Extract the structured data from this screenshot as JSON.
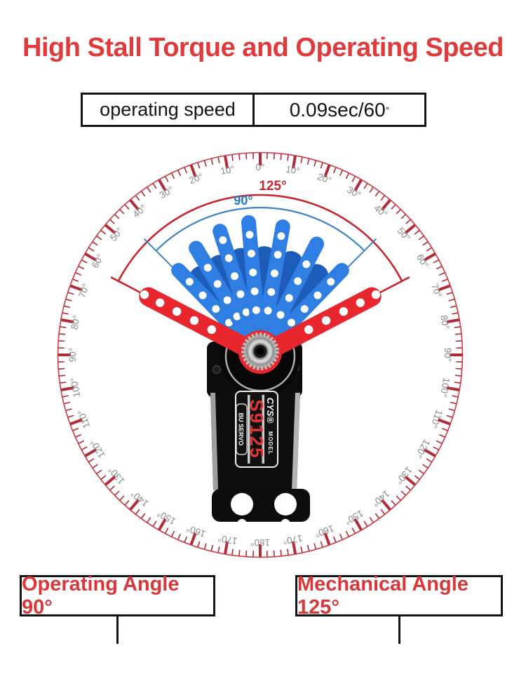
{
  "title": {
    "text": "High Stall Torque and Operating Speed"
  },
  "spec_table": {
    "label": "operating speed",
    "value": "0.09sec/60",
    "degree_symbol": "°"
  },
  "protractor": {
    "degree_unit": "°",
    "degree_labels": [
      0,
      10,
      20,
      30,
      40,
      50,
      60,
      70,
      80,
      90,
      100,
      110,
      120,
      130,
      140,
      150,
      160,
      170,
      180
    ],
    "mechanical_angle": {
      "label": "125°",
      "total_degrees": 125
    },
    "operating_angle": {
      "label": "90°",
      "total_degrees": 90
    }
  },
  "servo": {
    "brand": "CYS®",
    "brand_sub": "MODEL",
    "model": "S9125",
    "series": "BU SERVO",
    "blue_arm_angles": [
      -44,
      -31,
      -18,
      -5,
      10,
      27,
      44
    ],
    "blue_arm_lengths": [
      178,
      188,
      196,
      200,
      196,
      188,
      178
    ],
    "red_arm_angles": [
      -62.5,
      62.5
    ]
  },
  "callouts": {
    "operating": "Operating Angle 90°",
    "mechanical": "Mechanical Angle 125°"
  },
  "colors": {
    "title_red": "#e03a3c",
    "tick_red": "#b12b38",
    "circle_red": "#cf3a44",
    "arc_red": "#c8262e",
    "label_gray": "#8a8a8a",
    "arc_blue": "#3b82c8",
    "text_blue": "#2878c8",
    "arm_blue": "#2e7ee4",
    "fan_blue": "#1d5cb8",
    "arm_red": "#e8262d",
    "callout_red": "#d8383a"
  }
}
